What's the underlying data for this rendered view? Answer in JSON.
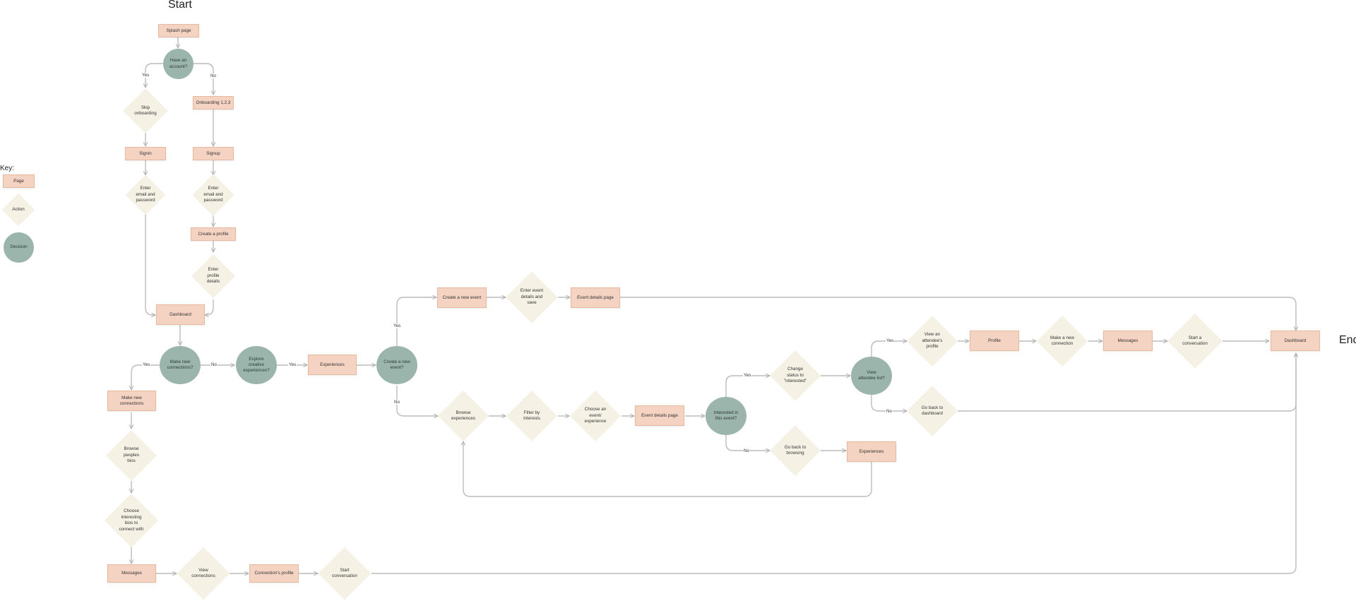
{
  "titles": {
    "start": "Start",
    "end": "End",
    "key": "Key:"
  },
  "key": {
    "page": "Page",
    "action": "Action",
    "decision": "Decision"
  },
  "colors": {
    "page_fill": "#f5d3c2",
    "page_border": "#e8b89f",
    "action_fill": "#f5f1e5",
    "decision_fill": "#9bb5ad",
    "connector": "#b8b8b8"
  },
  "nodes": {
    "splash": "Splash page",
    "have_account": "Have an\naccount?",
    "skip_onboarding": "Skip\nonboarding",
    "onboarding": "Onboarding 1,2,3",
    "signin": "Signin",
    "signup": "Signup",
    "enter_email_signin": "Enter\nemail and\npassword",
    "enter_email_signup": "Enter\nemail and\npassword",
    "create_profile": "Create a profile",
    "enter_profile": "Enter\nprofile\ndetails",
    "dashboard": "Dashboard",
    "make_new_connections_q": "Make new\nconnections?",
    "explore_q": "Explore\ncreative\nexperiences?",
    "experiences": "Experiences",
    "create_event_q": "Create a new\nevent?",
    "create_new_event": "Create a new event",
    "enter_event_details": "Enter event\ndetails and\nsave",
    "event_details_top": "Event details page",
    "browse_experiences": "Browse\nexperiences",
    "filter_interests": "Filter by\ninterests",
    "choose_event": "Choose an\nevent/\nexperience",
    "event_details_mid": "Event details page",
    "interested_q": "Interested in\nthis event?",
    "change_status": "Change\nstatus to\n\"interested\"",
    "view_attendee_q": "View\nattendee list?",
    "view_attendee_profile": "View an\nattendee's\nprofile",
    "profile": "Profile",
    "make_new_connection": "Make a new\nconnection",
    "messages_right": "Messages",
    "start_conversation_right": "Start a\nconversation",
    "dashboard_end": "Dashboard",
    "go_back_dashboard": "Go back to\ndashboard",
    "go_back_browsing": "Go back to\nbrowsing",
    "experiences_mid": "Experiences",
    "make_new_connections_page": "Make new\nconnections",
    "browse_bios": "Browse\npeoples\nbios",
    "choose_bios": "Choose\ninteresting\nbios to\nconnect with",
    "messages_bottom": "Messages",
    "view_connections": "View\nconnections",
    "connections_profile": "Connection's profile",
    "start_conversation_bottom": "Start\nconversation"
  },
  "labels": {
    "yes_account": "Yes",
    "no_account": "No",
    "yes_connect": "Yes",
    "no_connect": "No",
    "yes_explore": "Yes",
    "yes_create": "Yes",
    "no_create": "No",
    "yes_interested": "Yes",
    "no_interested": "No",
    "yes_attendee": "Yes",
    "no_attendee": "No"
  }
}
